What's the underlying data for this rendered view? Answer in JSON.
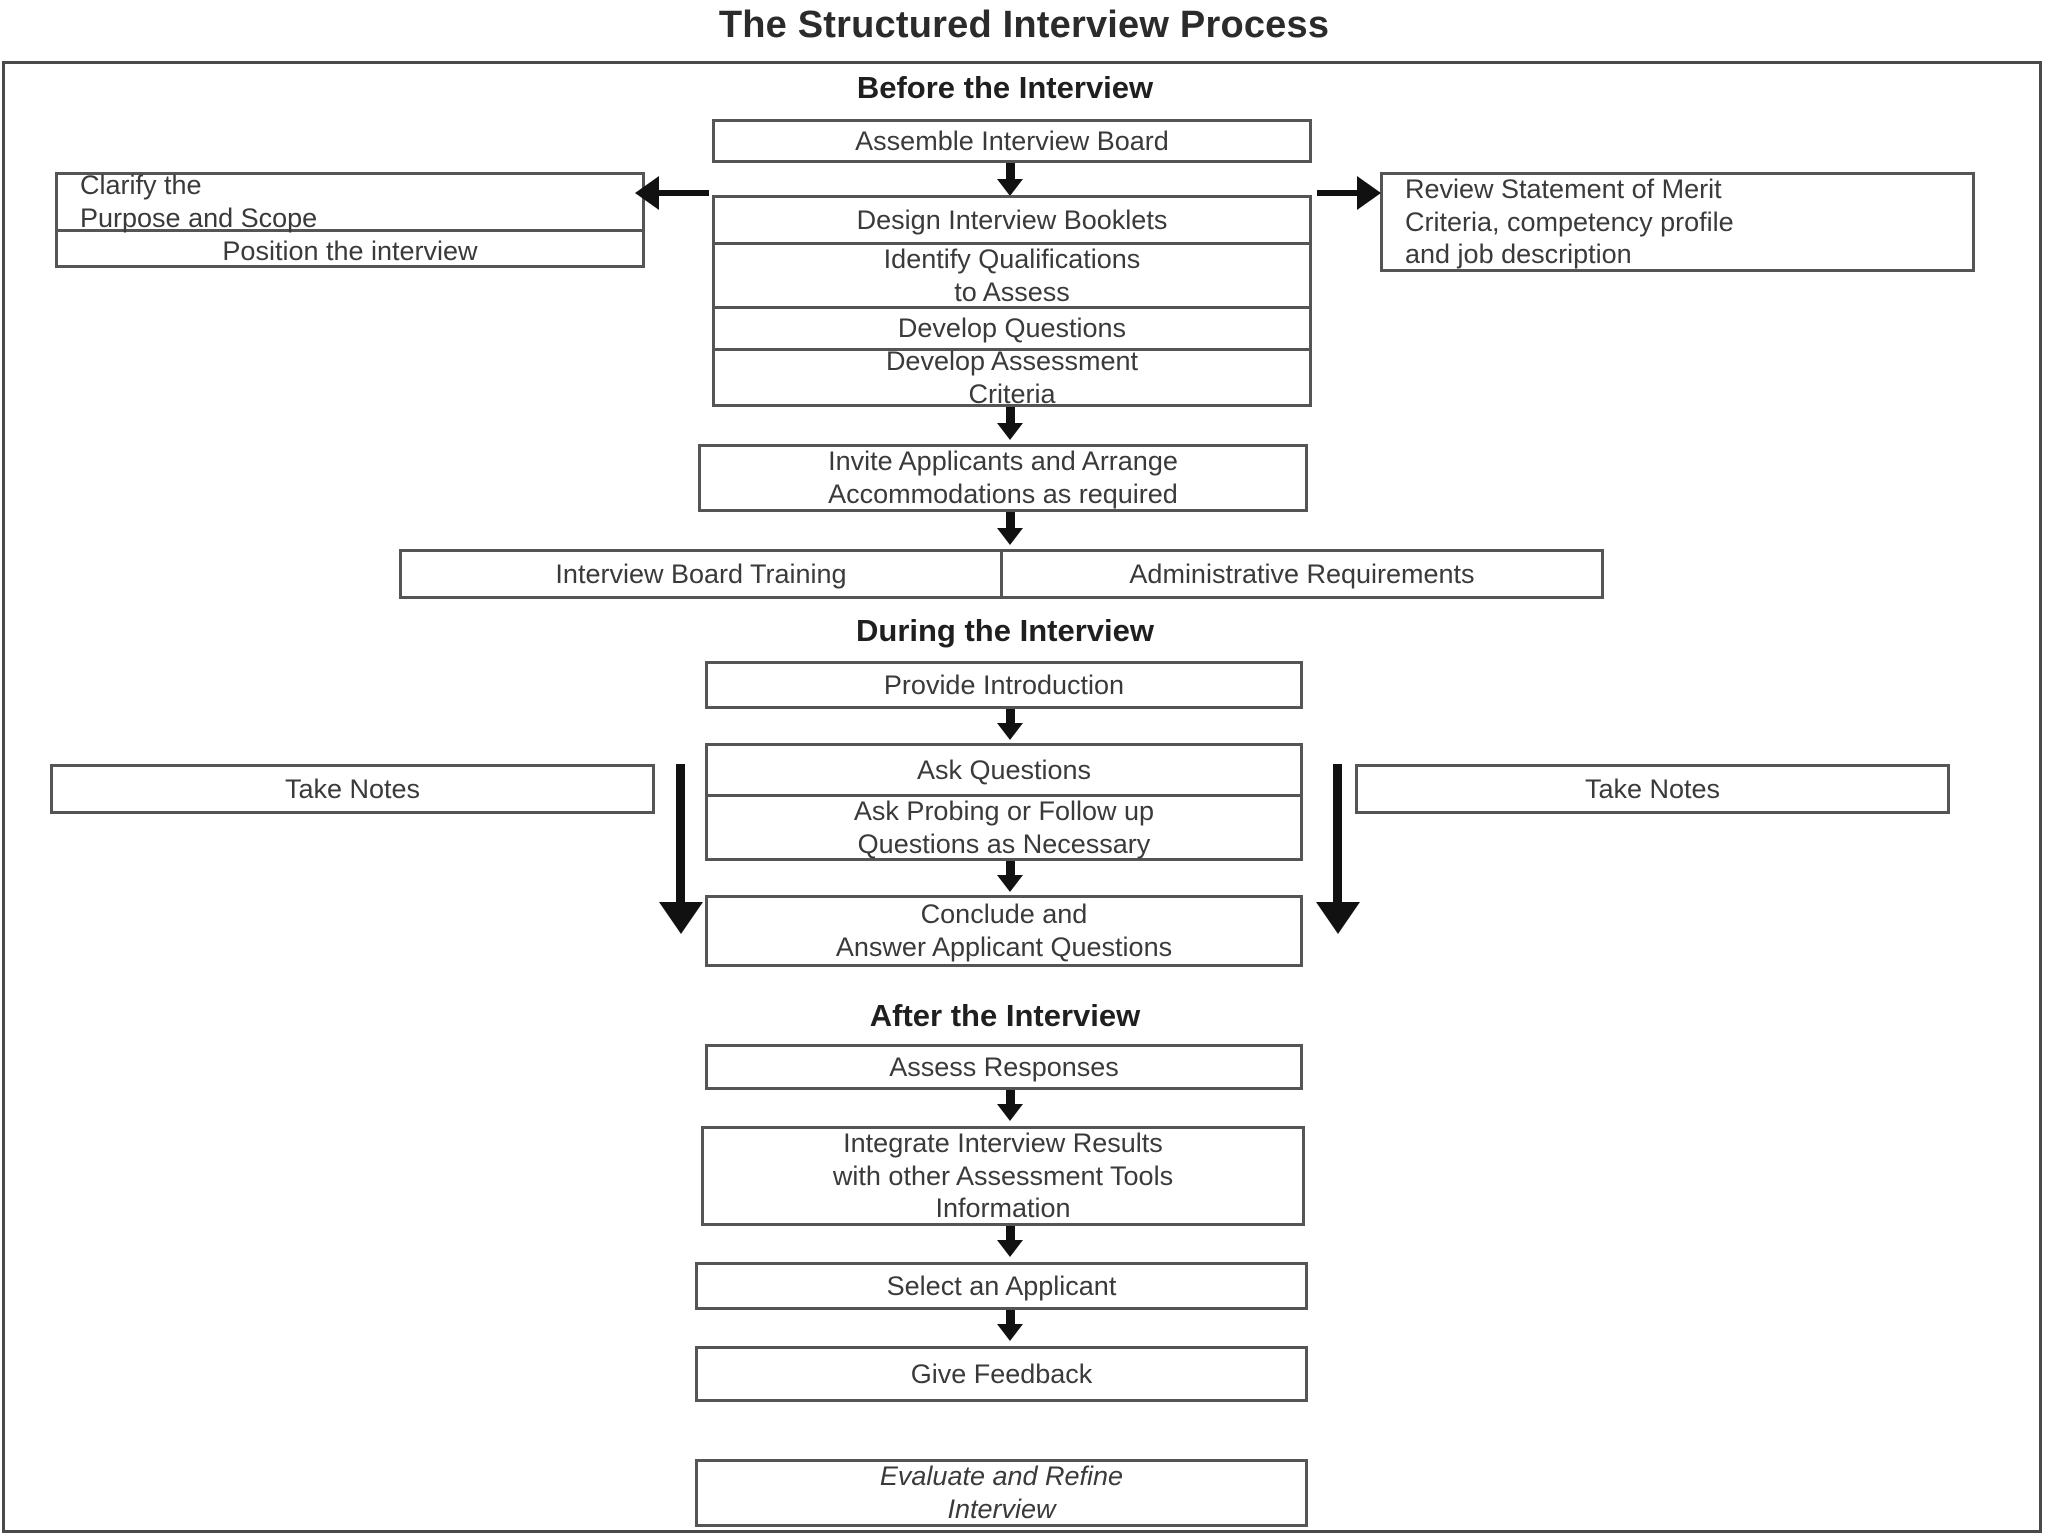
{
  "document": {
    "title": "The Structured Interview Process"
  },
  "sections": [
    {
      "id": "before",
      "heading": "Before the Interview",
      "boxes": {
        "assemble": "Assemble Interview Board",
        "design": "Design Interview Booklets",
        "identify": "Identify Qualifications\nto Assess",
        "develop_questions": "Develop Questions",
        "develop_criteria": "Develop Assessment\nCriteria",
        "invite": "Invite Applicants and Arrange\nAccommodations as required",
        "training": "Interview Board Training",
        "admin": "Administrative Requirements"
      },
      "left_panel": {
        "clarify_line1": "Clarify the",
        "clarify_line2": "Purpose and Scope",
        "position": "Position the interview"
      },
      "right_panel": {
        "review_line1": "Review Statement of Merit",
        "review_line2": "Criteria, competency profile",
        "review_line3": "and  job description"
      }
    },
    {
      "id": "during",
      "heading": "During the Interview",
      "boxes": {
        "provide_intro": "Provide Introduction",
        "ask_questions": "Ask Questions",
        "ask_probing": "Ask Probing or Follow up\nQuestions as Necessary",
        "conclude": "Conclude and\nAnswer Applicant Questions"
      },
      "side_notes": {
        "left": "Take Notes",
        "right": "Take Notes"
      }
    },
    {
      "id": "after",
      "heading": "After the Interview",
      "boxes": {
        "assess": "Assess Responses",
        "integrate": "Integrate Interview Results\nwith other Assessment Tools\nInformation",
        "select": "Select an Applicant",
        "feedback": "Give Feedback",
        "evaluate": "Evaluate and Refine\nInterview"
      }
    }
  ],
  "colors": {
    "box_border": "#555555",
    "frame_border": "#4a4a4a",
    "text": "#3a3a3a",
    "heading": "#1f1f1f",
    "arrow": "#111111",
    "background": "#ffffff"
  }
}
